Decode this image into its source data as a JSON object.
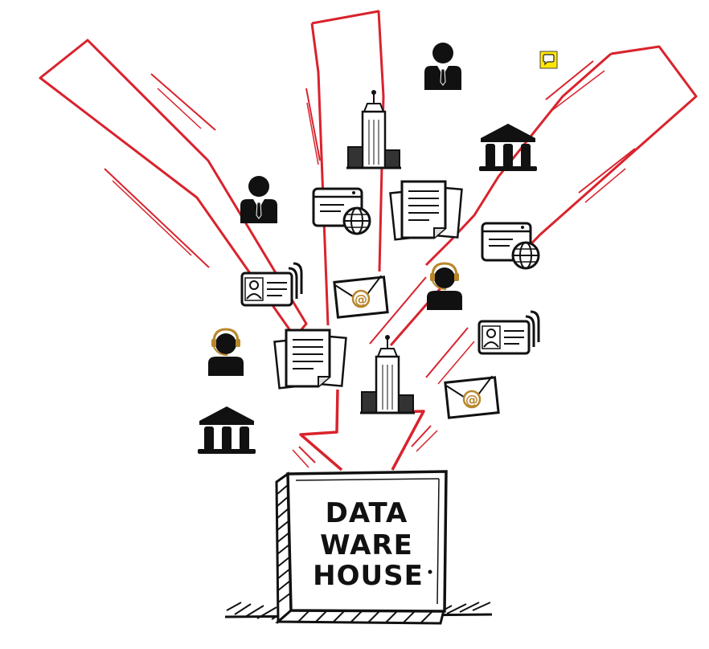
{
  "warehouse": {
    "label_lines": [
      "DATA",
      "WARE",
      "HOUSE"
    ]
  },
  "icons": {
    "person": "person-suit-icon",
    "agent": "headset-agent-icon",
    "bank": "bank-building-icon",
    "tower": "office-tower-icon",
    "browser": "web-browser-globe-icon",
    "documents": "document-stack-icon",
    "contact_card": "contact-card-icon",
    "email": "email-envelope-icon",
    "comment": "comment-icon"
  },
  "colors": {
    "arrow": "#d9232d",
    "ink": "#111111",
    "accent": "#b8862b",
    "comment": "#ffe600"
  }
}
